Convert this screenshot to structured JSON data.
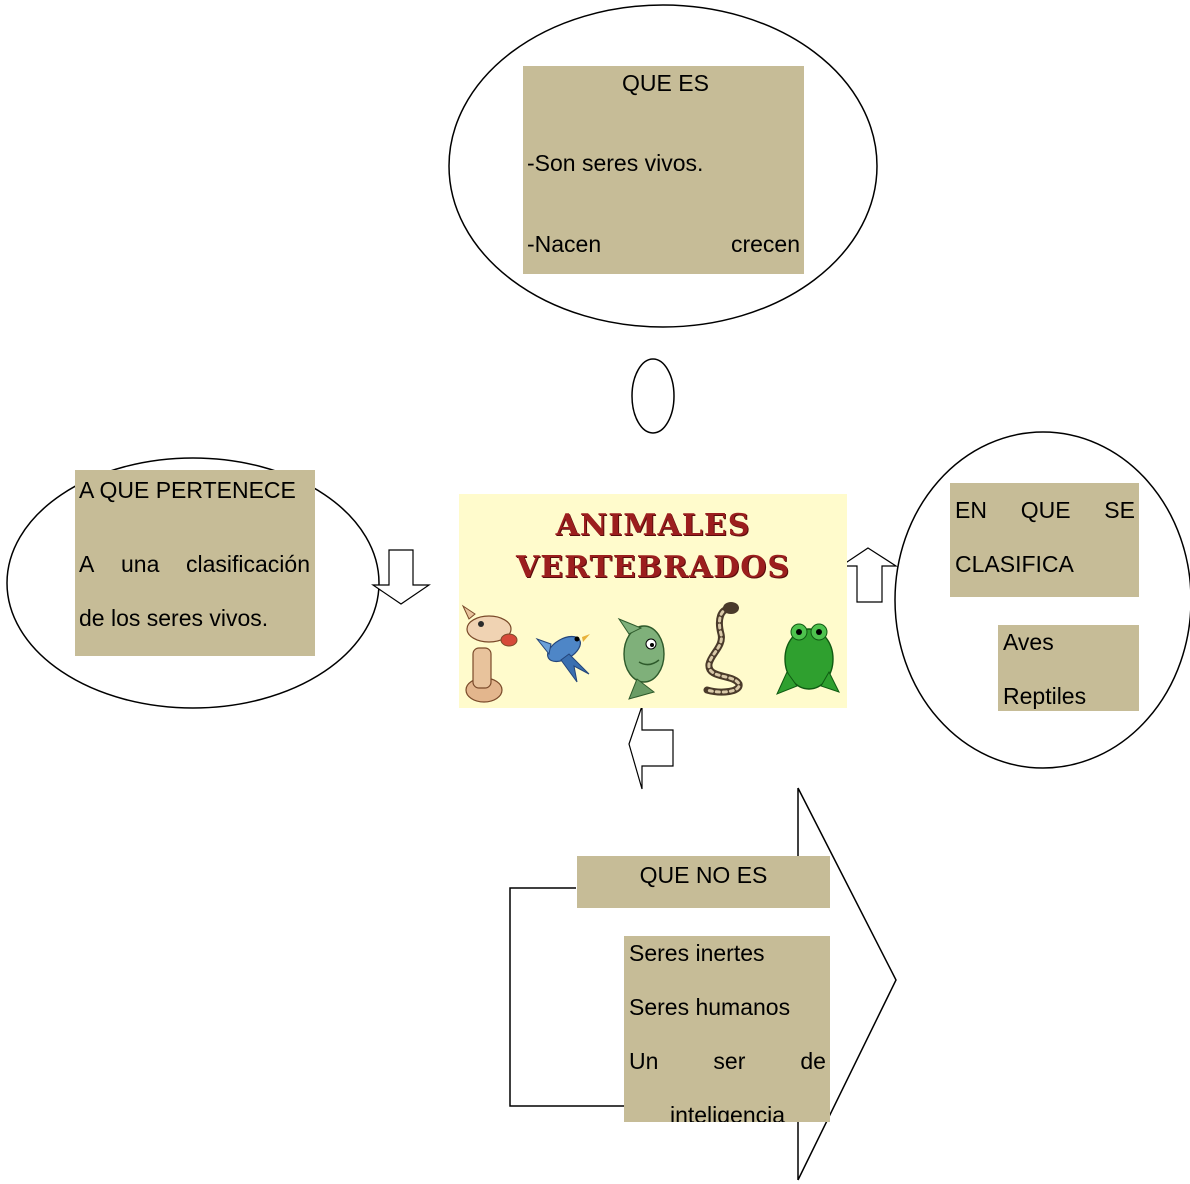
{
  "colors": {
    "box_fill": "#c6bc97",
    "title_bg": "#fffbcc",
    "title_text": "#9c1e1e",
    "outline": "#000000"
  },
  "top_node": {
    "heading": "QUE ES",
    "lines": [
      "-Son seres vivos.",
      "-Nacen",
      "crecen"
    ]
  },
  "left_node": {
    "heading": "A QUE PERTENECE",
    "line1_words": [
      "A",
      "una",
      "clasificación"
    ],
    "line2": "de los seres vivos."
  },
  "right_node": {
    "heading_words": [
      "EN",
      "QUE",
      "SE"
    ],
    "heading_line2": "CLASIFICA",
    "items": [
      "Aves",
      "Reptiles"
    ]
  },
  "bottom_node": {
    "heading": "QUE NO ES",
    "items": [
      "Seres inertes",
      "Seres humanos"
    ],
    "line3_words": [
      "Un",
      "ser",
      "de"
    ],
    "line4": "inteligencia"
  },
  "center_image": {
    "title_line1": "ANIMALES",
    "title_line2": "VERTEBRADOS",
    "icons": [
      "dog-icon",
      "bird-icon",
      "fish-icon",
      "snake-icon",
      "frog-icon"
    ]
  }
}
